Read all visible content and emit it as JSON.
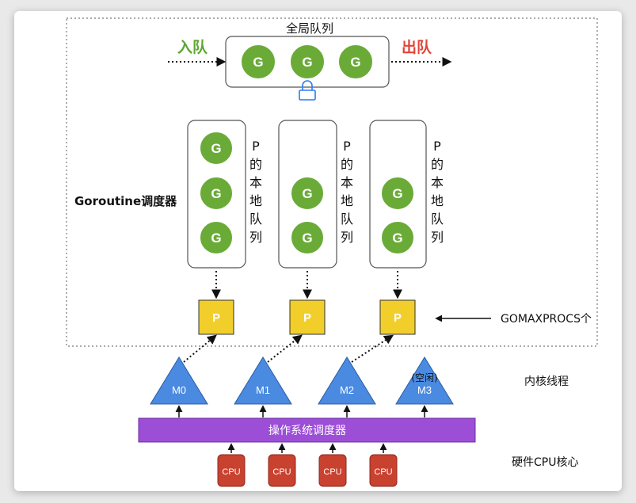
{
  "global_queue": {
    "title": "全局队列",
    "enqueue_label": "入队",
    "dequeue_label": "出队",
    "goroutines": [
      "G",
      "G",
      "G"
    ]
  },
  "scheduler_label": "Goroutine调度器",
  "local_queue_label": [
    "P",
    "的",
    "本",
    "地",
    "队",
    "列"
  ],
  "local_queues": [
    {
      "goroutines": [
        "G",
        "G",
        "G"
      ]
    },
    {
      "goroutines": [
        "G",
        "G"
      ]
    },
    {
      "goroutines": [
        "G",
        "G"
      ]
    }
  ],
  "processors": [
    "P",
    "P",
    "P"
  ],
  "gomaxprocs_label": "GOMAXPROCS个",
  "threads": [
    "M0",
    "M1",
    "M2",
    "M3"
  ],
  "idle_label": "(空闲)",
  "kernel_thread_label": "内核线程",
  "os_scheduler_label": "操作系统调度器",
  "cpus": [
    "CPU",
    "CPU",
    "CPU",
    "CPU"
  ],
  "cpu_cores_label": "硬件CPU核心",
  "colors": {
    "goroutine": "#6aab38",
    "goroutine_border": "#ffffff",
    "processor": "#f2ce2a",
    "thread": "#4a8ae0",
    "os_scheduler": "#9c4fd6",
    "cpu": "#c9412f",
    "enqueue": "#5aa82e",
    "dequeue": "#e0463a",
    "lock": "#2a7cf0"
  }
}
